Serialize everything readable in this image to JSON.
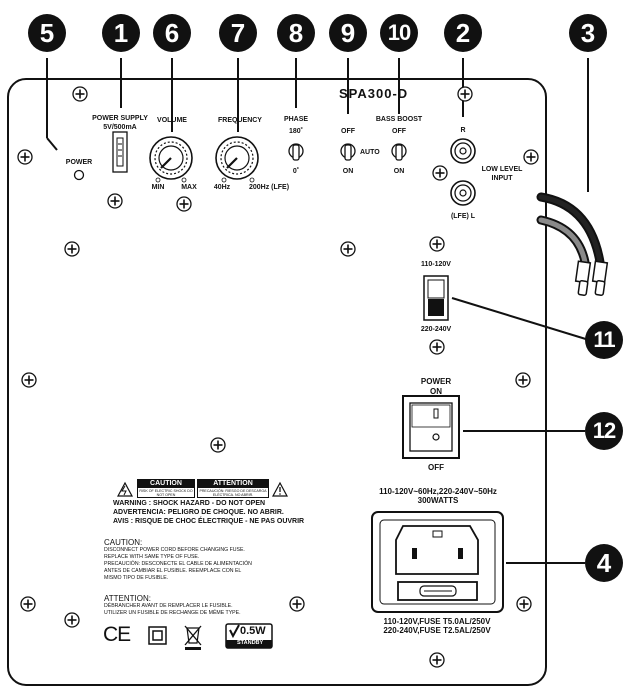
{
  "model": "SPA300-D",
  "callouts": {
    "c5": "5",
    "c1": "1",
    "c6": "6",
    "c7": "7",
    "c8": "8",
    "c9": "9",
    "c10": "10",
    "c2": "2",
    "c3": "3",
    "c11": "11",
    "c12": "12",
    "c4": "4"
  },
  "labels": {
    "power_led": "POWER",
    "power_supply_1": "POWER SUPPLY",
    "power_supply_2": "5V/500mA",
    "volume": "VOLUME",
    "volume_min": "MIN",
    "volume_max": "MAX",
    "frequency": "FREQUENCY",
    "freq_min": "40Hz",
    "freq_max": "200Hz (LFE)",
    "phase": "PHASE",
    "phase_180": "180˚",
    "phase_0": "0˚",
    "auto_off": "OFF",
    "auto": "AUTO",
    "auto_on": "ON",
    "bass_boost": "BASS BOOST",
    "bass_off": "OFF",
    "bass_on": "ON",
    "input_r": "R",
    "input_l": "(LFE) L",
    "low_level_1": "LOW LEVEL",
    "low_level_2": "INPUT",
    "volt_110": "110-120V",
    "volt_220": "220-240V",
    "power_switch_1": "POWER",
    "power_switch_2": "ON",
    "power_switch_off": "OFF",
    "rating_1": "110-120V~60Hz,220-240V~50Hz",
    "rating_2": "300WATTS",
    "fuse_1": "110-120V,FUSE T5.0AL/250V",
    "fuse_2": "220-240V,FUSE T2.5AL/250V"
  },
  "warnings": {
    "caution_title": "CAUTION",
    "caution_sub": "RISK OF ELECTRIC SHOCK DO NOT OPEN",
    "attention_title": "ATTENTION",
    "attention_sub": "PRECAUCIÓN: RIESGO DE DESCARGA ELÉCTRICA. NO ABRIR.",
    "line1": "WARNING : SHOCK HAZARD - DO NOT OPEN",
    "line2": "ADVERTENCIA: PELIGRO DE CHOQUE. NO ABRIR.",
    "line3": "AVIS : RISQUE DE CHOC ÉLECTRIQUE - NE PAS OUVRIR",
    "caution_head": "CAUTION:",
    "caution_l1": "DISCONNECT POWER CORD BEFORE CHANGING FUSE.",
    "caution_l2": "REPLACE WITH SAME TYPE OF FUSE.",
    "caution_l3": "PRECAUCIÓN: DESCONECTE EL CABLE DE ALIMENTACIÓN",
    "caution_l4": "ANTES DE CAMBIAR EL FUSIBLE. REEMPLACE CON EL",
    "caution_l5": "MISMO TIPO DE FUSIBLE.",
    "attention_head": "ATTENTION:",
    "attention_l1": "DÉBRANCHER AVANT DE REMPLACER LE FUSIBLE.",
    "attention_l2": "UTILIZER UN FUSIBLE DE RECHANGE DE MÊME TYPE."
  },
  "certs": {
    "ce": "CE",
    "standby_value": "0.5W",
    "standby_label": "STANDBY"
  }
}
